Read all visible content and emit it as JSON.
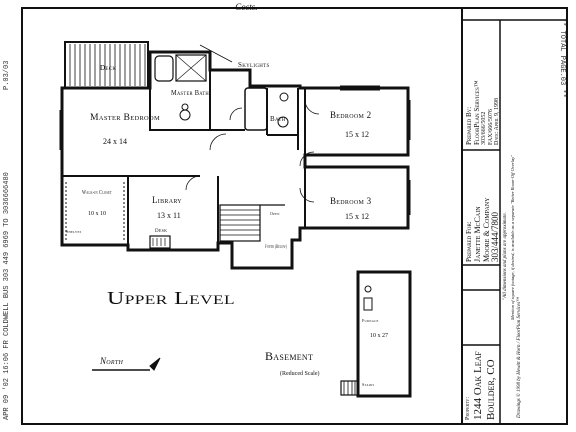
{
  "annotation_top": "- Costs.",
  "fax_header_left": "APR 09 '02 16:06 FR COLDWELL BUS   303 449 6969 TO 3036666480",
  "fax_page_left": "P.03/03",
  "fax_total_page": "** TOTAL PAGE.03 **",
  "upper_level": {
    "title": "Upper Level",
    "rooms": {
      "deck": "Deck",
      "master_bedroom": "Master Bedroom",
      "master_bedroom_size": "24 x 14",
      "master_bath": "Master Bath",
      "skylights": "Skylights",
      "bath": "Bath",
      "bedroom2": "Bedroom 2",
      "bedroom2_size": "15 x 12",
      "bedroom3": "Bedroom 3",
      "bedroom3_size": "15 x 12",
      "walkin_closet": "Walk-in Closet",
      "walkin_closet_size": "10 x 10",
      "library": "Library",
      "library_size": "13 x 11",
      "desk": "Desk",
      "foyer": "Foyer (Below)",
      "shelves": "Shelves",
      "open_to_below": "Open"
    }
  },
  "basement": {
    "title": "Basement",
    "subtitle": "(Reduced Scale)",
    "room_size": "10 x 27",
    "furnace": "Furnace",
    "stairs_label": "Stairs"
  },
  "north_label": "North",
  "title_block": {
    "prepared_by_label": "Prepared By:",
    "company": "FloorPlan Services™",
    "phone": "303/666/5052",
    "fax": "FAX/666/5076",
    "date": "Date:  April 9, 1998",
    "prepared_for_label": "Prepared For:",
    "agent": "Janette McCain",
    "brokerage": "Moore & Company",
    "agent_phone": "303/444/7800",
    "disclaimer1": "\"All dimensions and plans are approximate.",
    "disclaimer2": "Mention of square footage, if desired, is available as a separate \"Better Room-Off Overlay\"",
    "copyright": "Drawings © 1998 by Hewitt & Horn / FloorPlan Services™",
    "property_label": "Property:",
    "address1": "1244 Oak Leaf",
    "address2": "Boulder, CO"
  }
}
